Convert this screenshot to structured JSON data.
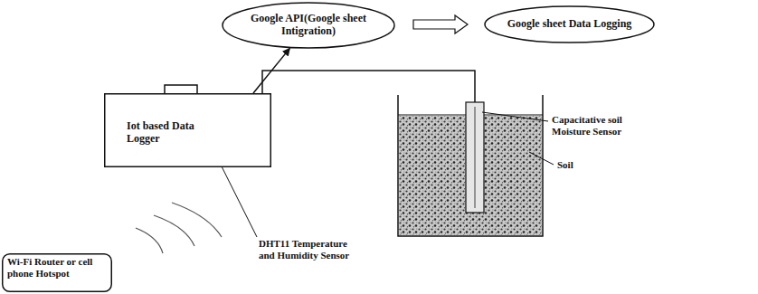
{
  "diagram": {
    "nodes": [
      {
        "text": [
          "Google API(Google sheet Intigration)"
        ]
      },
      {
        "text": [
          "Google sheet Data Logging"
        ]
      },
      {
        "text": [
          "Iot based Data Logger"
        ]
      },
      {
        "text": [
          "Wi-Fi Router or cell phone Hotspot"
        ]
      }
    ],
    "edges": [
      {
        "from": 2,
        "to": 0,
        "arrow": "to"
      },
      {
        "from": 0,
        "to": 1,
        "arrow": "to"
      }
    ],
    "labels": [
      "Capacitative soil Moisture Sensor",
      "Soil",
      "DHT11 Temperature and Humidity Sensor"
    ]
  }
}
